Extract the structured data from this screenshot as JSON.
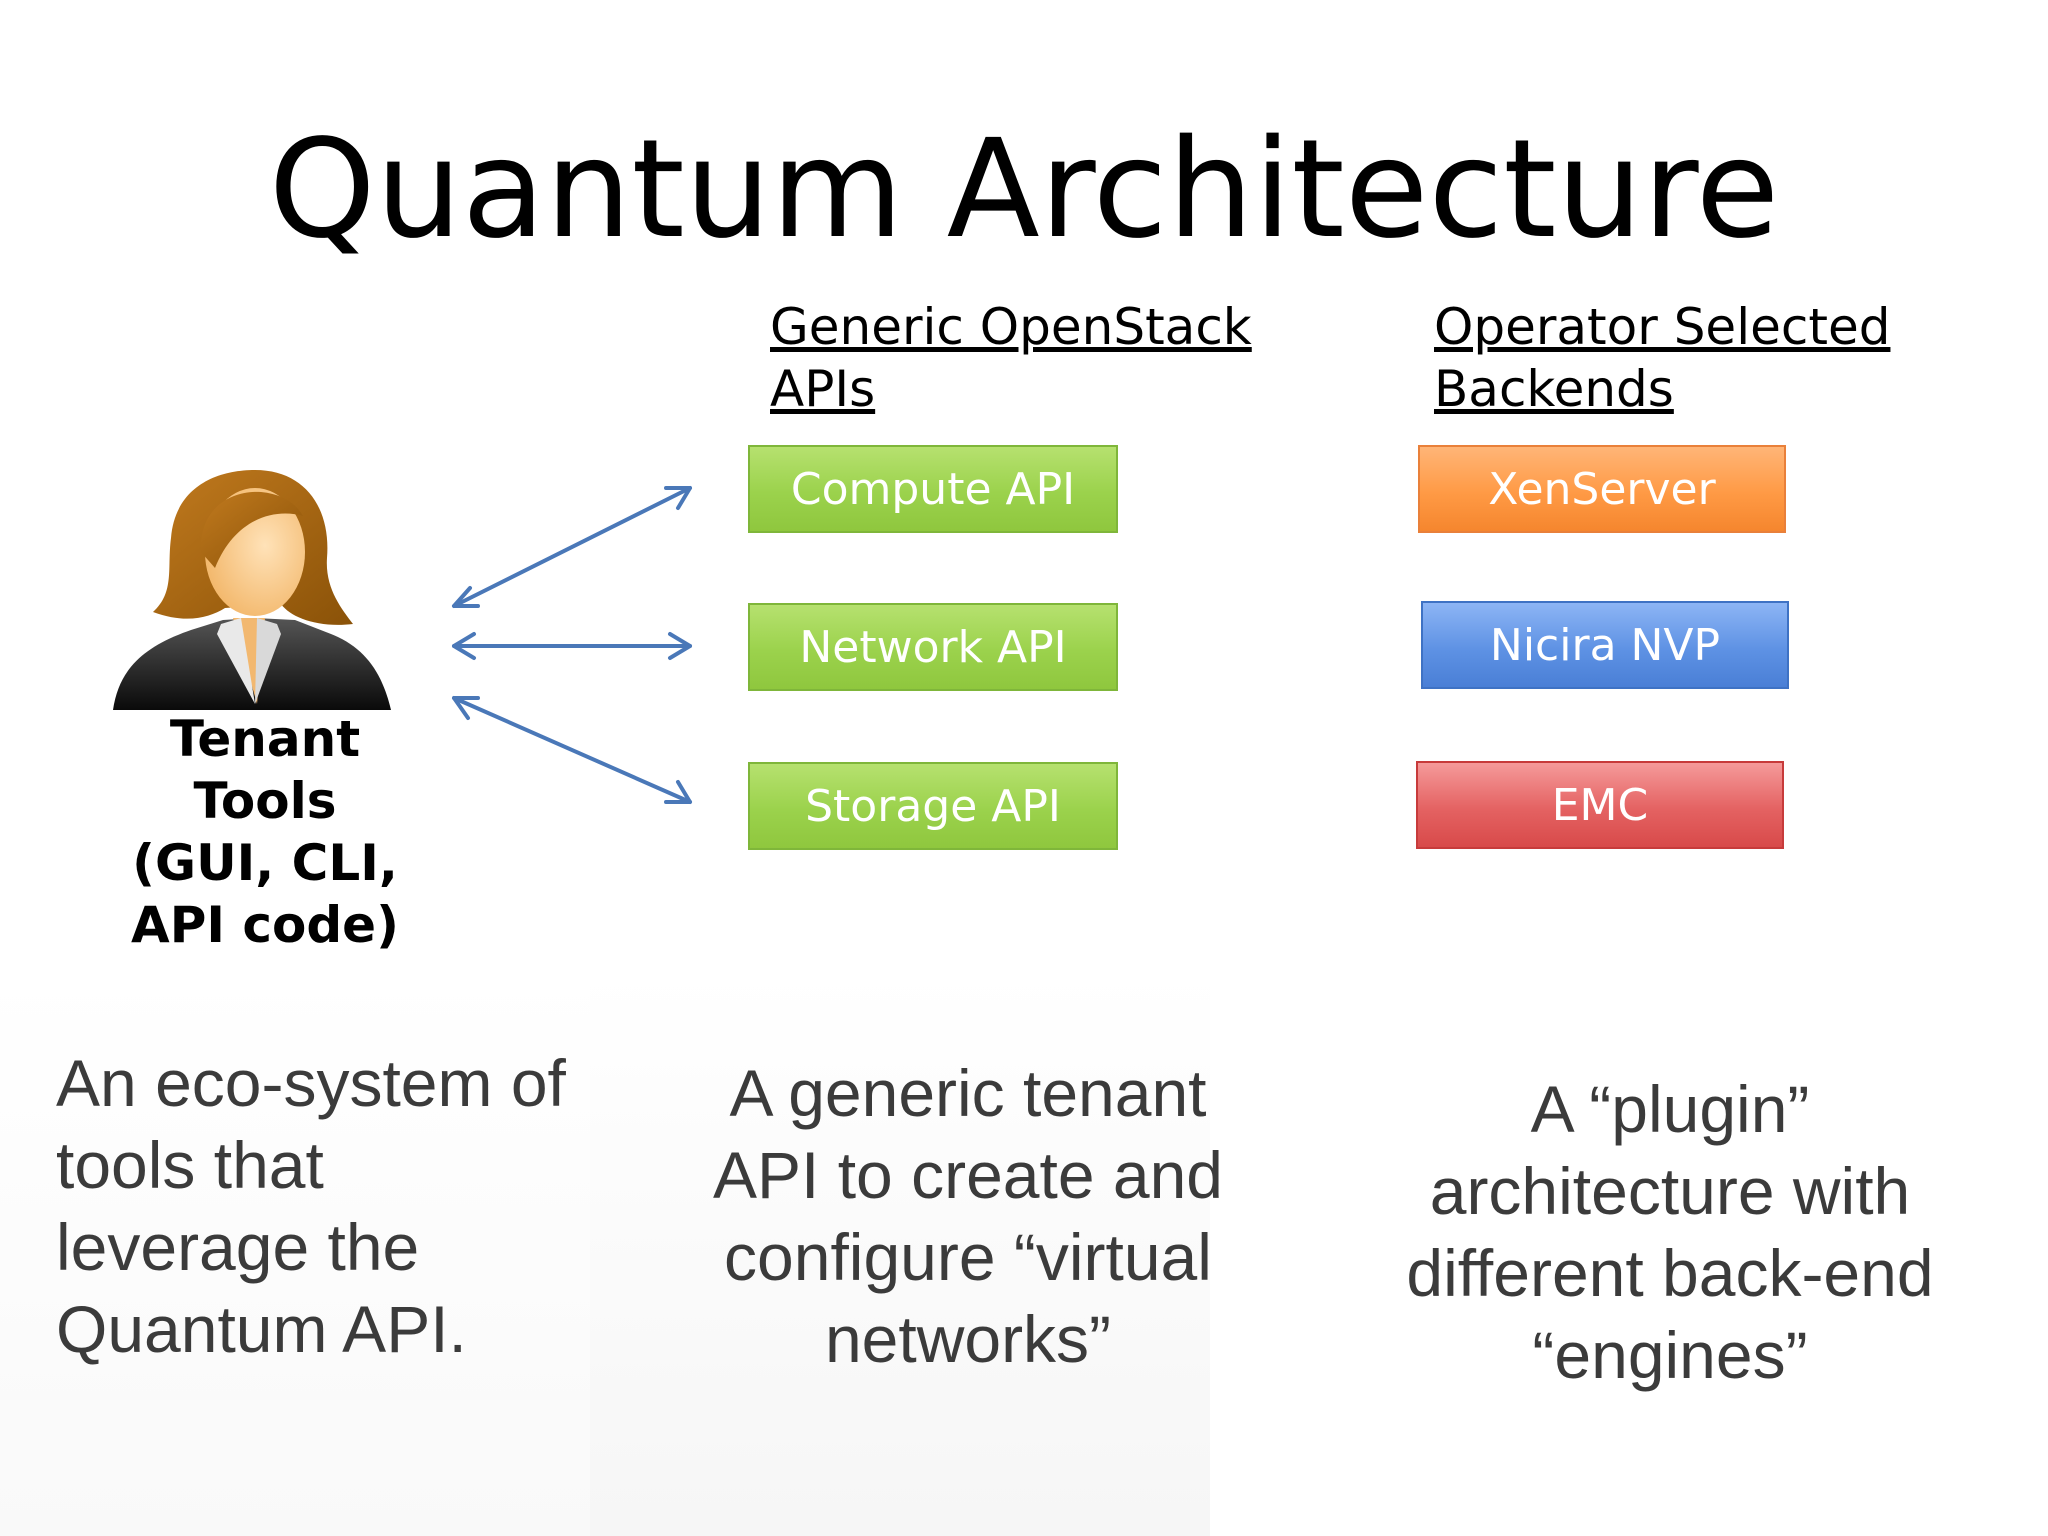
{
  "slide": {
    "title": "Quantum Architecture"
  },
  "columns": {
    "apis_heading": [
      "Generic OpenStack",
      "APIs"
    ],
    "backends_heading": [
      "Operator Selected",
      "Backends"
    ]
  },
  "apis": [
    "Compute API",
    "Network API",
    "Storage API"
  ],
  "backends": [
    {
      "label": "XenServer",
      "color": "#ff9a45"
    },
    {
      "label": "Nicira NVP",
      "color": "#5e92e4"
    },
    {
      "label": "EMC",
      "color": "#e46262"
    }
  ],
  "tenant": {
    "label_lines": [
      "Tenant",
      "Tools",
      "(GUI, CLI,",
      "API code)"
    ],
    "icon": "user-woman-icon"
  },
  "arrows": {
    "color": "#4a78b8"
  },
  "descriptions": {
    "tools": [
      "An eco-system of",
      "tools that",
      "leverage the",
      "Quantum API."
    ],
    "api": [
      "A generic tenant",
      "API to create and",
      "configure “virtual",
      "networks”"
    ],
    "plugin": [
      "A “plugin”",
      "architecture with",
      "different back-end",
      "“engines”"
    ]
  }
}
